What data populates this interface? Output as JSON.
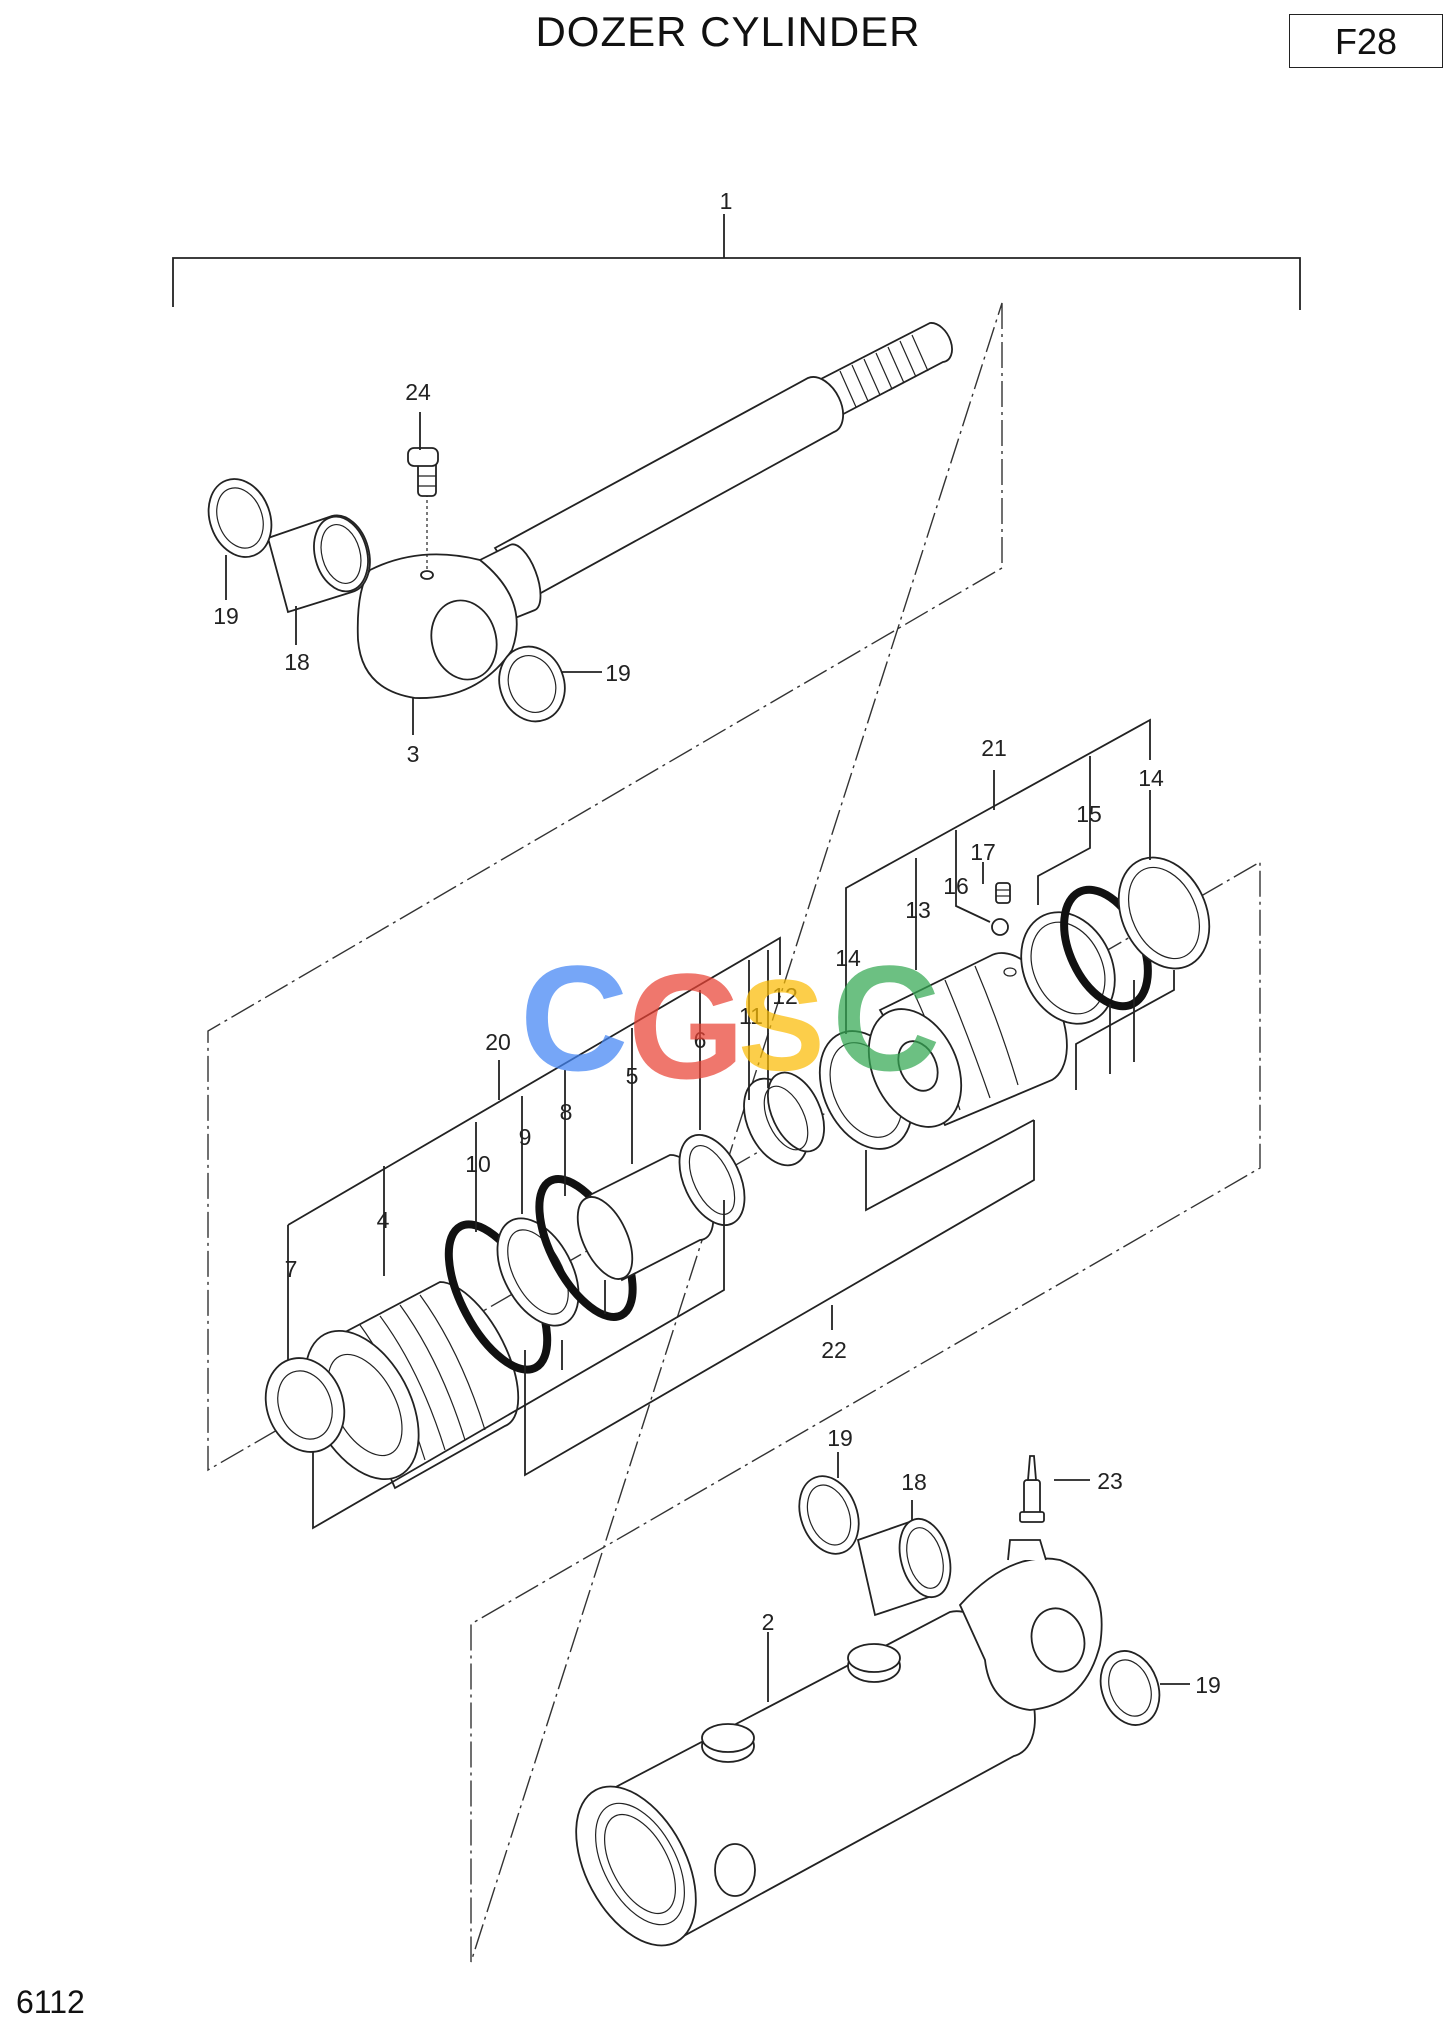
{
  "header": {
    "title": "DOZER CYLINDER",
    "page_code": "F28"
  },
  "footer": {
    "page_number": "6112"
  },
  "watermark": {
    "text": "CGSC",
    "colors": [
      "#4285F4",
      "#EA4335",
      "#FBBC05",
      "#34A853"
    ]
  },
  "callouts": {
    "c1": "1",
    "c2": "2",
    "c3": "3",
    "c4": "4",
    "c5": "5",
    "c6": "6",
    "c7": "7",
    "c8": "8",
    "c9": "9",
    "c10": "10",
    "c11": "11",
    "c12": "12",
    "c13": "13",
    "c14a": "14",
    "c14b": "14",
    "c15": "15",
    "c16": "16",
    "c17": "17",
    "c18a": "18",
    "c18b": "18",
    "c19a": "19",
    "c19b": "19",
    "c19c": "19",
    "c19d": "19",
    "c20": "20",
    "c21": "21",
    "c22": "22",
    "c23": "23",
    "c24": "24"
  }
}
